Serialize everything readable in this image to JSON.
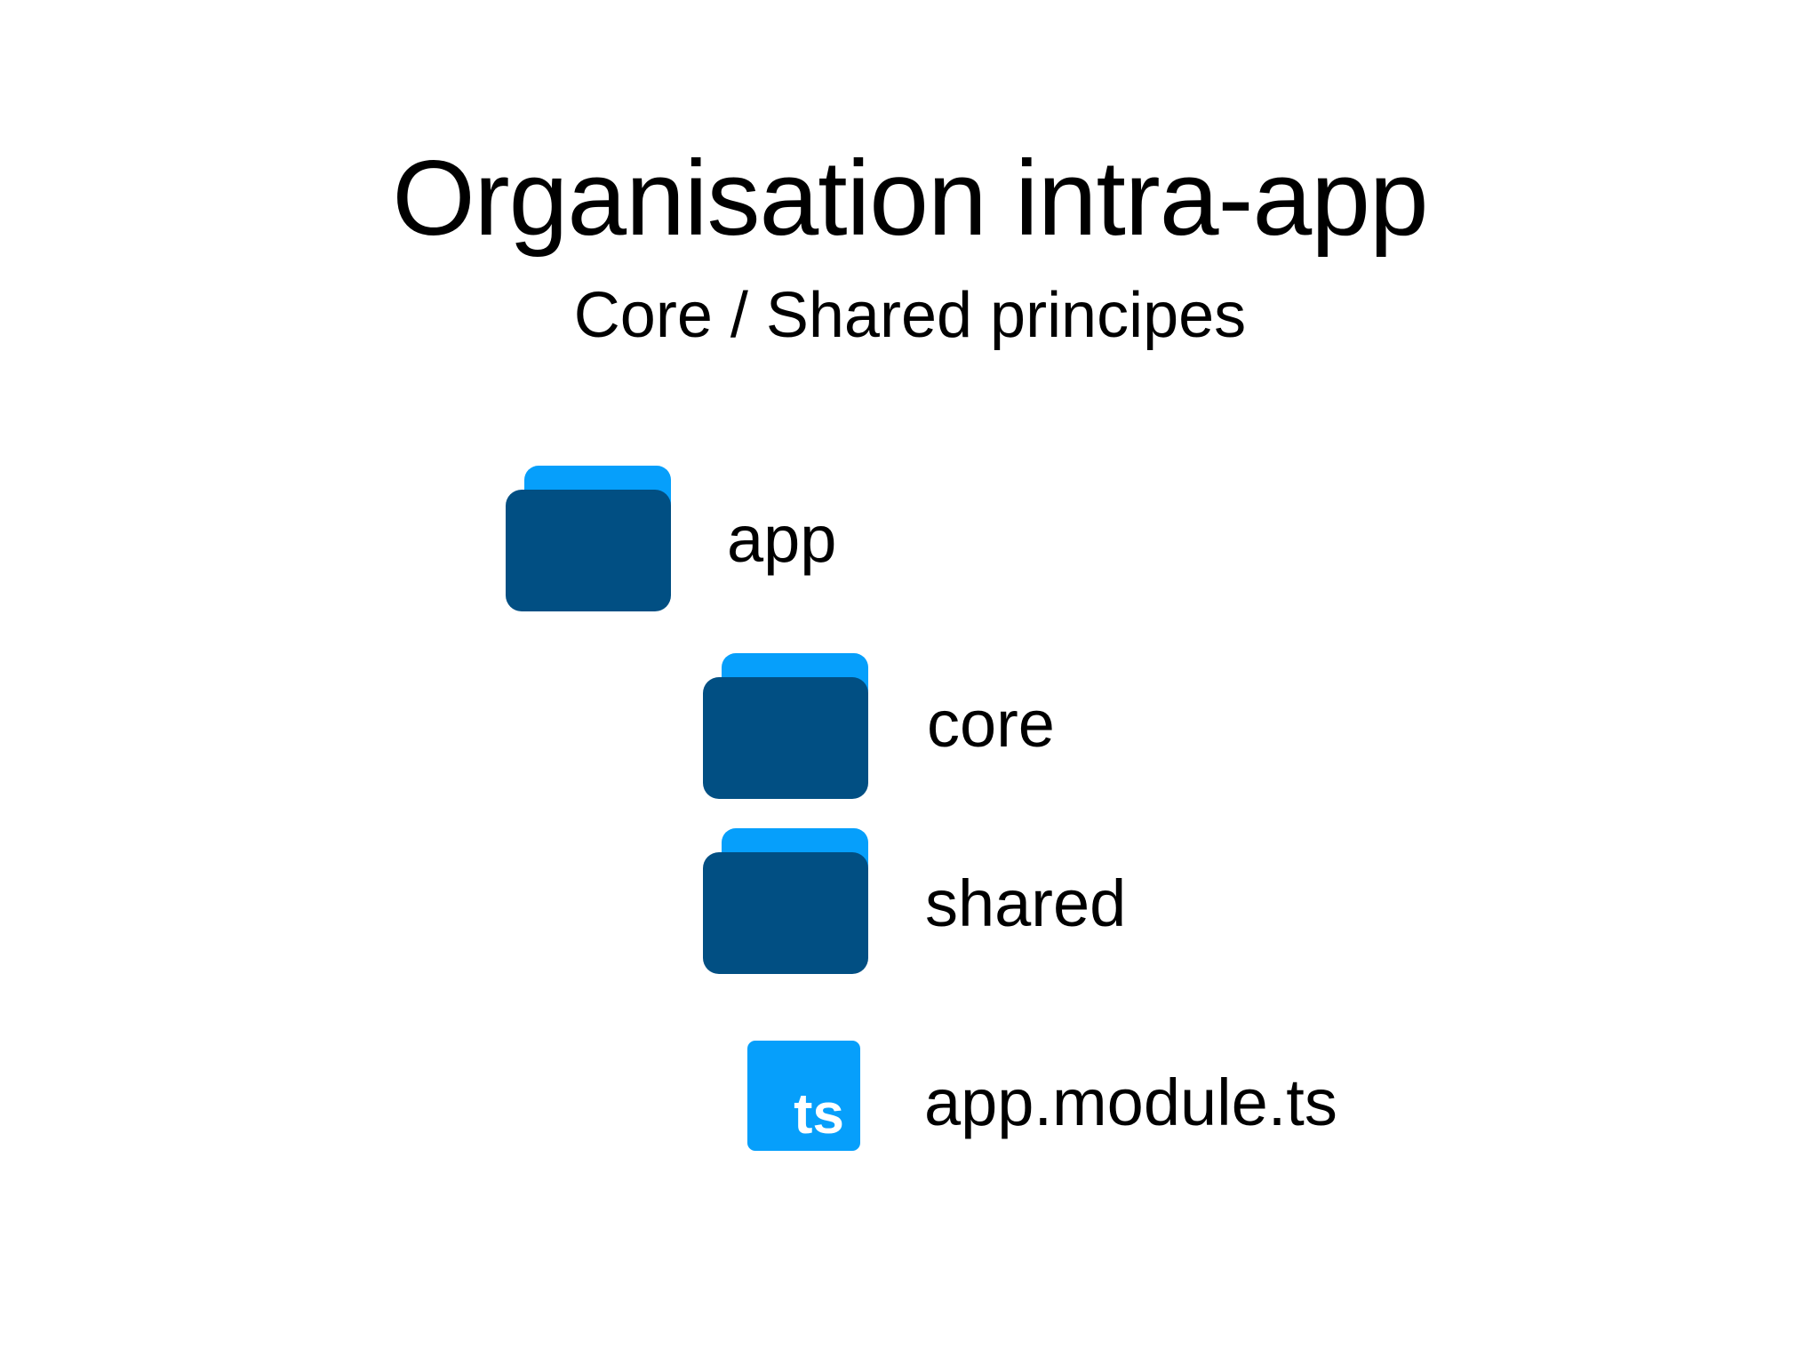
{
  "title": "Organisation intra-app",
  "subtitle": "Core / Shared principes",
  "colors": {
    "folder_tab": "#069ffb",
    "folder_body": "#014f83",
    "ts_file": "#069ffb"
  },
  "tree": {
    "root": {
      "label": "app",
      "icon": "folder-icon"
    },
    "children": [
      {
        "label": "core",
        "icon": "folder-icon"
      },
      {
        "label": "shared",
        "icon": "folder-icon"
      },
      {
        "label": "app.module.ts",
        "icon": "typescript-file-icon",
        "badge": "ts"
      }
    ]
  }
}
